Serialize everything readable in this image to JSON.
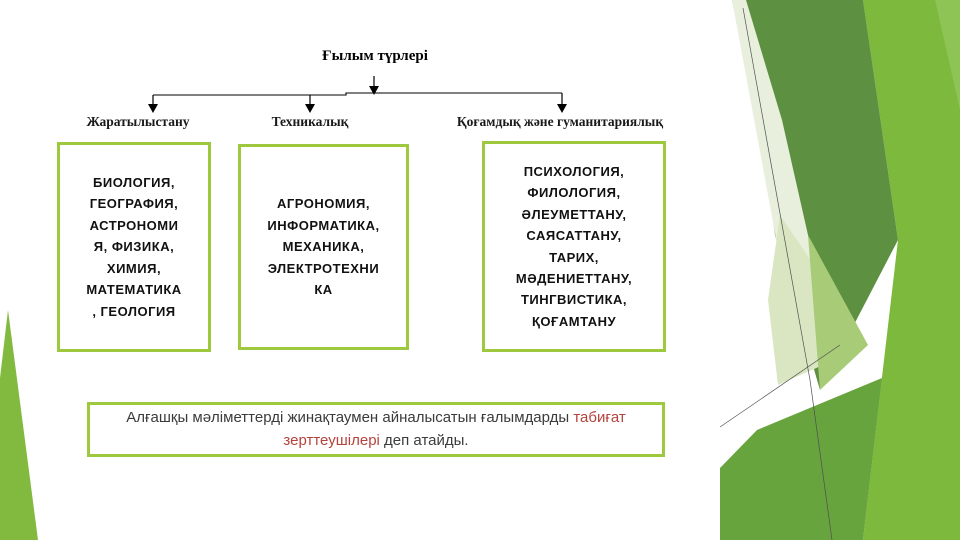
{
  "slide": {
    "title": "Ғылым түрлері"
  },
  "tree": {
    "branches": [
      {
        "label": "Жаратылыстану",
        "items": "БИОЛОГИЯ,\nГЕОГРАФИЯ,\nАСТРОНОМИ\nЯ, ФИЗИКА,\nХИМИЯ,\nМАТЕМАТИКА\n, ГЕОЛОГИЯ"
      },
      {
        "label": "Техникалық",
        "items": "АГРОНОМИЯ,\nИНФОРМАТИКА,\nМЕХАНИКА,\nЭЛЕКТРОТЕХНИ\nКА"
      },
      {
        "label": "Қоғамдық және гуманитариялық",
        "items": "ПСИХОЛОГИЯ,\nФИЛОЛОГИЯ,\nӘЛЕУМЕТТАНУ,\nСАЯСАТТАНУ,\nТАРИХ,\nМӘДЕНИЕТТАНУ,\nТИНГВИСТИКА,\nҚОҒАМТАНУ"
      }
    ]
  },
  "note": {
    "text_before": "Алғашқы мәліметтерді жинақтаумен айналысатын ғалымдарды ",
    "highlight": "табиғат зерттеушілері",
    "text_after": " деп атайды."
  },
  "colors": {
    "facet_green_bright": "#7cb93d",
    "facet_green_dark": "#5d9040",
    "facet_green_medium": "#68a43d",
    "facet_green_pale": "#d9e6c1",
    "facet_green_pale_light": "#e9efdd",
    "box_border_green": "#9ec83d",
    "highlight_red": "#b5433c",
    "line_black": "#000000"
  }
}
